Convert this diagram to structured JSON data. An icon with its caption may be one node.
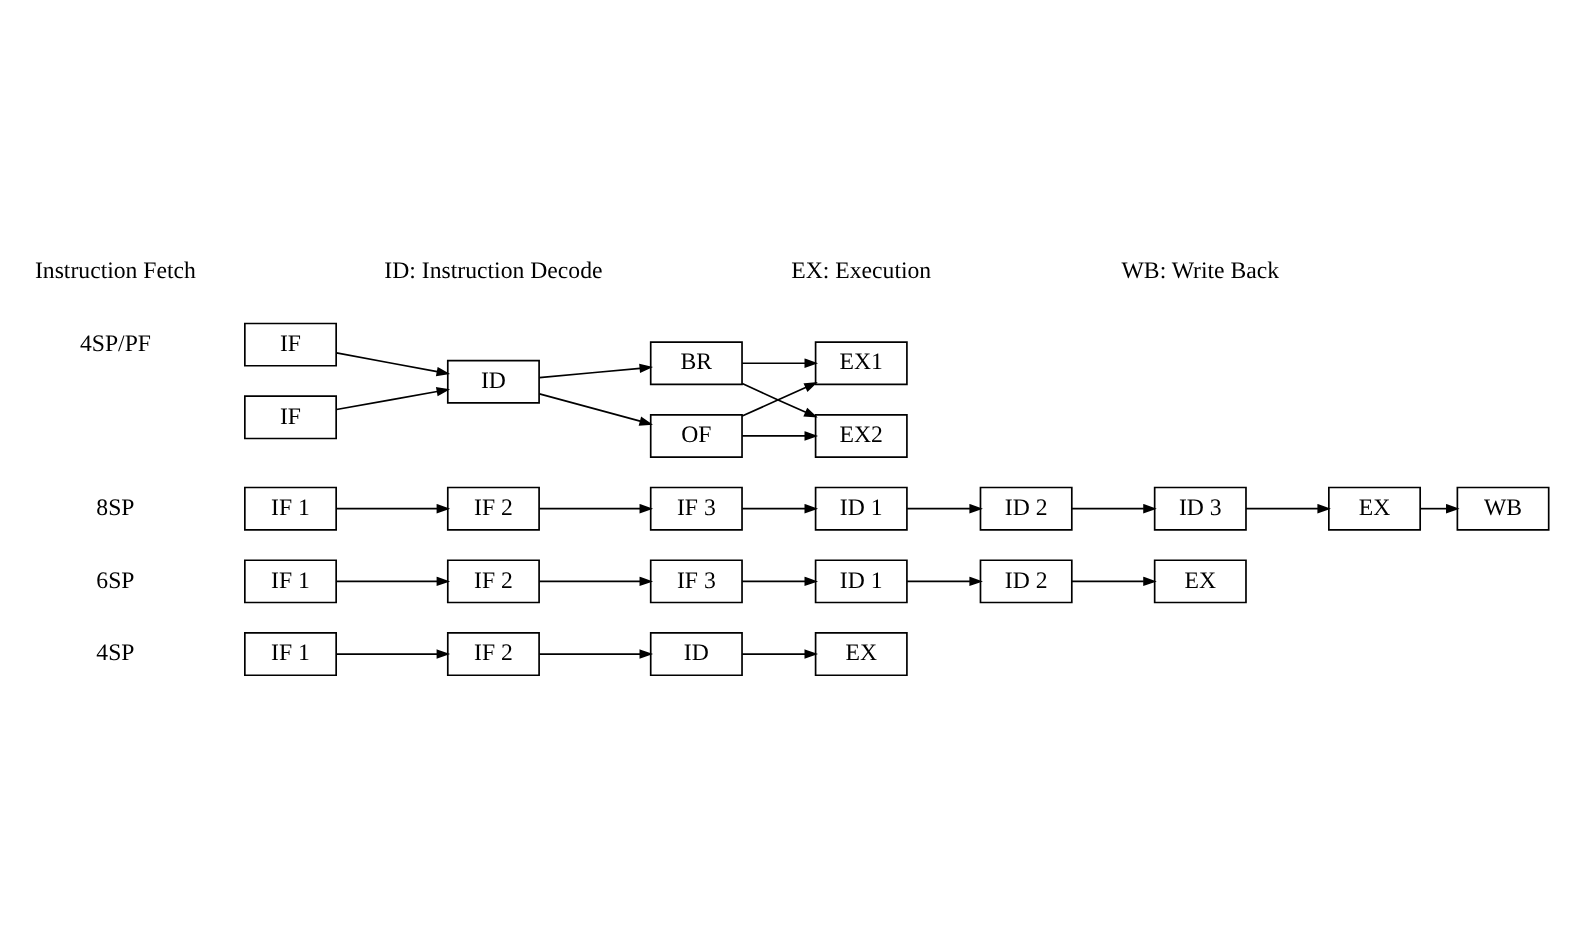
{
  "diagram": {
    "nodes": [
      {
        "text": [
          "IF 1"
        ]
      },
      {
        "text": [
          "IF 2"
        ]
      },
      {
        "text": [
          "ID"
        ]
      },
      {
        "text": [
          "EX"
        ]
      },
      {
        "text": [
          "IF 1"
        ]
      },
      {
        "text": [
          "IF 2"
        ]
      },
      {
        "text": [
          "IF 3"
        ]
      },
      {
        "text": [
          "ID 1"
        ]
      },
      {
        "text": [
          "ID 2"
        ]
      },
      {
        "text": [
          "EX"
        ]
      },
      {
        "text": [
          "IF 1"
        ]
      },
      {
        "text": [
          "IF 2"
        ]
      },
      {
        "text": [
          "IF 3"
        ]
      },
      {
        "text": [
          "ID 1"
        ]
      },
      {
        "text": [
          "ID 2"
        ]
      },
      {
        "text": [
          "ID 3"
        ]
      },
      {
        "text": [
          "EX"
        ]
      },
      {
        "text": [
          "WB"
        ]
      },
      {
        "text": [
          "IF"
        ]
      },
      {
        "text": [
          "IF"
        ]
      },
      {
        "text": [
          "ID"
        ]
      },
      {
        "text": [
          "BR"
        ]
      },
      {
        "text": [
          "OF"
        ]
      },
      {
        "text": [
          "EX1"
        ]
      },
      {
        "text": [
          "EX2"
        ]
      }
    ],
    "edges": [
      {
        "from": 0,
        "to": 1,
        "arrow": "to"
      },
      {
        "from": 1,
        "to": 2,
        "arrow": "to"
      },
      {
        "from": 2,
        "to": 3,
        "arrow": "to"
      },
      {
        "from": 4,
        "to": 5,
        "arrow": "to"
      },
      {
        "from": 5,
        "to": 6,
        "arrow": "to"
      },
      {
        "from": 6,
        "to": 7,
        "arrow": "to"
      },
      {
        "from": 7,
        "to": 8,
        "arrow": "to"
      },
      {
        "from": 8,
        "to": 9,
        "arrow": "to"
      },
      {
        "from": 10,
        "to": 11,
        "arrow": "to"
      },
      {
        "from": 11,
        "to": 12,
        "arrow": "to"
      },
      {
        "from": 12,
        "to": 13,
        "arrow": "to"
      },
      {
        "from": 13,
        "to": 14,
        "arrow": "to"
      },
      {
        "from": 14,
        "to": 15,
        "arrow": "to"
      },
      {
        "from": 15,
        "to": 16,
        "arrow": "to"
      },
      {
        "from": 16,
        "to": 17,
        "arrow": "to"
      },
      {
        "from": 18,
        "to": 20,
        "arrow": "to"
      },
      {
        "from": 19,
        "to": 20,
        "arrow": "to"
      },
      {
        "from": 20,
        "to": 21,
        "arrow": "to"
      },
      {
        "from": 20,
        "to": 22,
        "arrow": "to"
      },
      {
        "from": 21,
        "to": 23,
        "arrow": "to"
      },
      {
        "from": 21,
        "to": 24,
        "arrow": "to"
      },
      {
        "from": 22,
        "to": 23,
        "arrow": "to"
      },
      {
        "from": 22,
        "to": 24,
        "arrow": "to"
      }
    ],
    "labels": [
      "4SP",
      "6SP",
      "8SP",
      "4SP/PF",
      "Instruction Fetch",
      "ID: Instruction Decode",
      "EX: Execution",
      "WB: Write Back"
    ]
  }
}
